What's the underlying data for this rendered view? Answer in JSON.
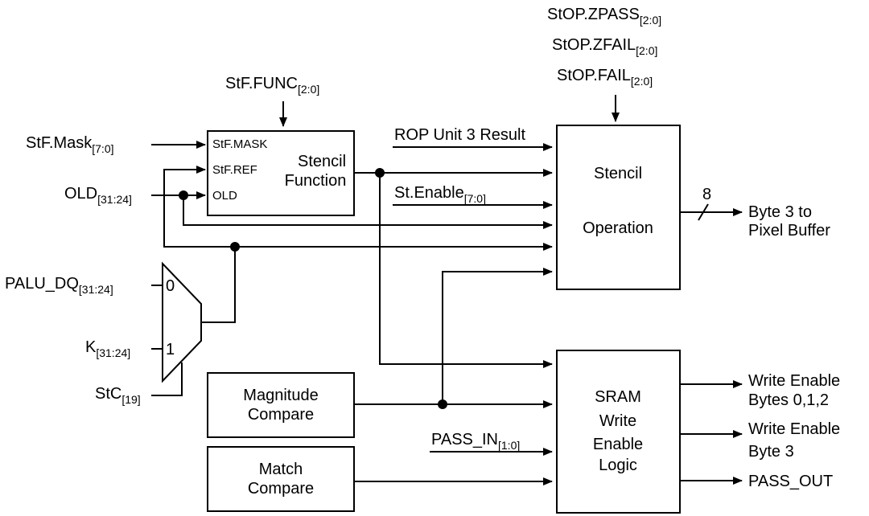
{
  "inputs": {
    "stf_func": {
      "main": "StF.FUNC",
      "sub": "[2:0]"
    },
    "stf_mask": {
      "main": "StF.Mask",
      "sub": "[7:0]"
    },
    "old": {
      "main": "OLD",
      "sub": "[31:24]"
    },
    "palu_dq": {
      "main": "PALU_DQ",
      "sub": "[31:24]"
    },
    "k": {
      "main": "K",
      "sub": "[31:24]"
    },
    "stc": {
      "main": "StC",
      "sub": "[19]"
    },
    "stop_zpass": {
      "main": "StOP.ZPASS",
      "sub": "[2:0]"
    },
    "stop_zfail": {
      "main": "StOP.ZFAIL",
      "sub": "[2:0]"
    },
    "stop_fail": {
      "main": "StOP.FAIL",
      "sub": "[2:0]"
    },
    "rop_result": "ROP Unit 3 Result",
    "st_enable": {
      "main": "St.Enable",
      "sub": "[7:0]"
    },
    "pass_in": {
      "main": "PASS_IN",
      "sub": "[1:0]"
    }
  },
  "stencil_function": {
    "ports": [
      "StF.MASK",
      "StF.REF",
      "OLD"
    ],
    "title_line1": "Stencil",
    "title_line2": "Function"
  },
  "mux": {
    "in0": "0",
    "in1": "1"
  },
  "stencil_operation": {
    "line1": "Stencil",
    "line2": "Operation"
  },
  "magnitude_compare": {
    "line1": "Magnitude",
    "line2": "Compare"
  },
  "match_compare": {
    "line1": "Match",
    "line2": "Compare"
  },
  "sram_logic": {
    "lines": [
      "SRAM",
      "Write",
      "Enable",
      "Logic"
    ]
  },
  "outputs": {
    "bus_width": "8",
    "byte3_line1": "Byte 3 to",
    "byte3_line2": "Pixel Buffer",
    "we012_line1": "Write Enable",
    "we012_line2": "Bytes 0,1,2",
    "we3_line1": "Write Enable",
    "we3_line2": "Byte 3",
    "pass_out": "PASS_OUT"
  }
}
